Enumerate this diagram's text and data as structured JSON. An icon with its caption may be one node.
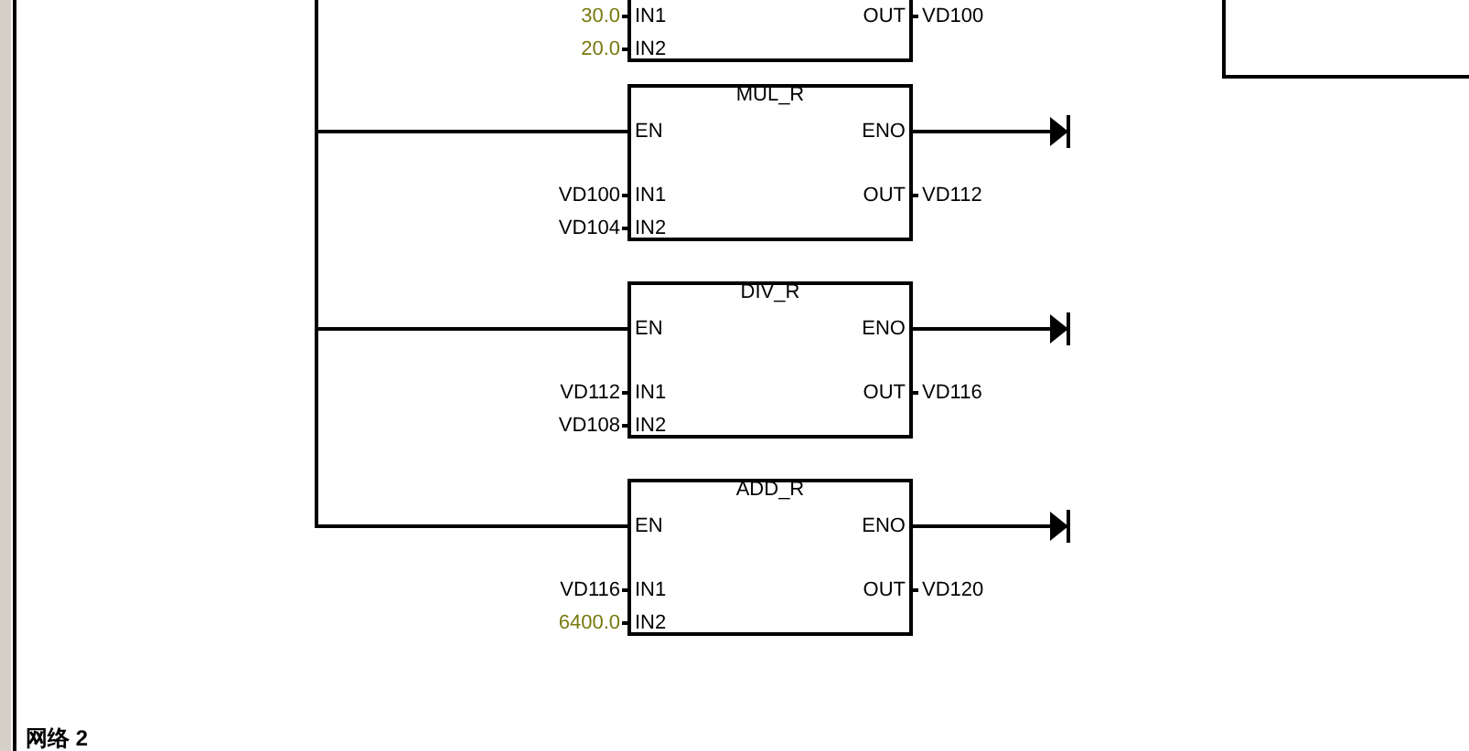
{
  "diagram": {
    "nodes": [
      {
        "text": [
          "IN1",
          "OUT",
          "IN2"
        ],
        "beside": [
          "30.0",
          "VD100",
          "20.0"
        ]
      },
      {
        "text": [],
        "shape": "box"
      },
      {
        "text": [],
        "shape": "bar"
      },
      {
        "text": [
          "MUL_R",
          "EN",
          "ENO",
          "IN1",
          "OUT",
          "IN2"
        ],
        "beside": [
          "VD100",
          "VD112",
          "VD104"
        ]
      },
      {
        "text": [
          "DIV_R",
          "EN",
          "ENO",
          "IN1",
          "OUT",
          "IN2"
        ],
        "beside": [
          "VD112",
          "VD116",
          "VD108"
        ]
      },
      {
        "text": [
          "ADD_R",
          "EN",
          "ENO",
          "IN1",
          "OUT",
          "IN2"
        ],
        "beside": [
          "VD116",
          "VD120",
          "6400.0"
        ]
      }
    ],
    "edges": [
      {
        "from": 2,
        "to": 3,
        "arrow": "none"
      },
      {
        "from": 3,
        "to": null,
        "arrow": "to"
      },
      {
        "from": 2,
        "to": 4,
        "arrow": "none"
      },
      {
        "from": 4,
        "to": null,
        "arrow": "to"
      },
      {
        "from": 2,
        "to": 5,
        "arrow": "none"
      },
      {
        "from": 5,
        "to": null,
        "arrow": "to"
      }
    ],
    "labels": [
      "网络 2"
    ]
  }
}
